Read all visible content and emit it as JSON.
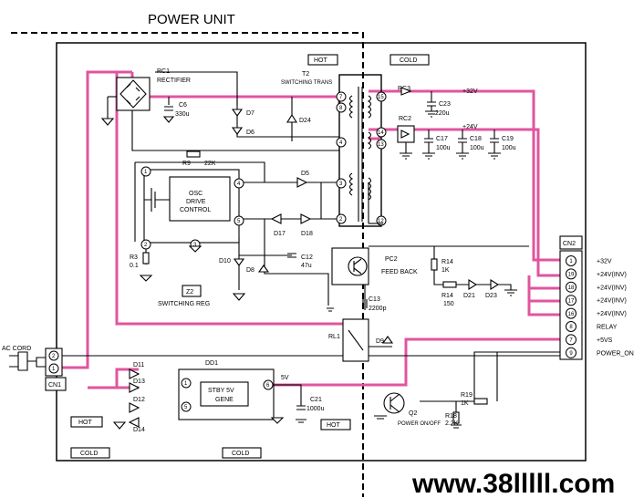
{
  "title": "POWER UNIT",
  "watermark": "www.38lllll.com",
  "zones": {
    "hot_top": "HOT",
    "cold_top": "COLD",
    "hot_bl1": "HOT",
    "hot_bl2": "HOT",
    "cold_b1": "COLD",
    "cold_b2": "COLD"
  },
  "components": {
    "rc1": "RC1",
    "rectifier": "RECTIFIER",
    "c6": "C6",
    "c6v": "330u",
    "d7": "D7",
    "d6": "D6",
    "d24": "D24",
    "t2": "T2",
    "switching_trans": "SWITCHING TRANS",
    "rc3": "RC3",
    "c23": "C23",
    "c23v": "220u",
    "rc2": "RC2",
    "c17": "C17",
    "c17v": "100u",
    "c18": "C18",
    "c18v": "100u",
    "c19": "C19",
    "c19v": "100u",
    "r9": "R9",
    "r9v": "22K",
    "osc1": "OSC",
    "osc2": "DRIVE",
    "osc3": "CONTROL",
    "d5": "D5",
    "d17": "D17",
    "d18": "D18",
    "r3": "R3",
    "r3v": "0.1",
    "d10": "D10",
    "d8": "D8",
    "c12": "C12",
    "c12v": "47u",
    "z2": "Z2",
    "switching_reg": "SWITCHING REG",
    "pc2": "PC2",
    "feed_back": "FEED BACK",
    "r14a": "R14",
    "r14av": "1K",
    "r14b": "R14",
    "r14bv": "150",
    "d21": "D21",
    "d23": "D23",
    "c13": "C13",
    "c13v": "2200p",
    "rl1": "RL1",
    "d9": "D9",
    "dd1": "DD1",
    "stby1": "STBY 5V",
    "stby2": "GENE",
    "v5": "5V",
    "c21": "C21",
    "c21v": "1000u",
    "d11": "D11",
    "d13": "D13",
    "d12": "D12",
    "d14": "D14",
    "ac_cord": "AC CORD",
    "cn1": "CN1",
    "cn2": "CN2",
    "q2": "Q2",
    "q2_label": "POWER ON/OFF",
    "r19": "R19",
    "r19v": "1K",
    "r18": "R18",
    "r18v": "2.2K",
    "v32": "+32V",
    "v24": "+24V"
  },
  "pins": {
    "t_7": "7",
    "t_8": "8",
    "t_4": "4",
    "t_3": "3",
    "t_2": "2",
    "t_15": "15",
    "t_14": "14",
    "t_13": "13",
    "t_12": "12",
    "ic_1": "1",
    "ic_2": "2",
    "ic_3": "3",
    "ic_4": "4",
    "ic_5": "5",
    "dd_1": "1",
    "dd_5": "5",
    "dd_6": "6",
    "cn1_2": "2",
    "cn1_1": "1"
  },
  "cn2_pins": [
    {
      "num": "1",
      "label": "+32V"
    },
    {
      "num": "19",
      "label": "+24V(INV)"
    },
    {
      "num": "18",
      "label": "+24V(INV)"
    },
    {
      "num": "17",
      "label": "+24V(INV)"
    },
    {
      "num": "16",
      "label": "+24V(INV)"
    },
    {
      "num": "8",
      "label": "RELAY"
    },
    {
      "num": "7",
      "label": "+5VS"
    },
    {
      "num": "9",
      "label": "POWER_ON"
    }
  ]
}
